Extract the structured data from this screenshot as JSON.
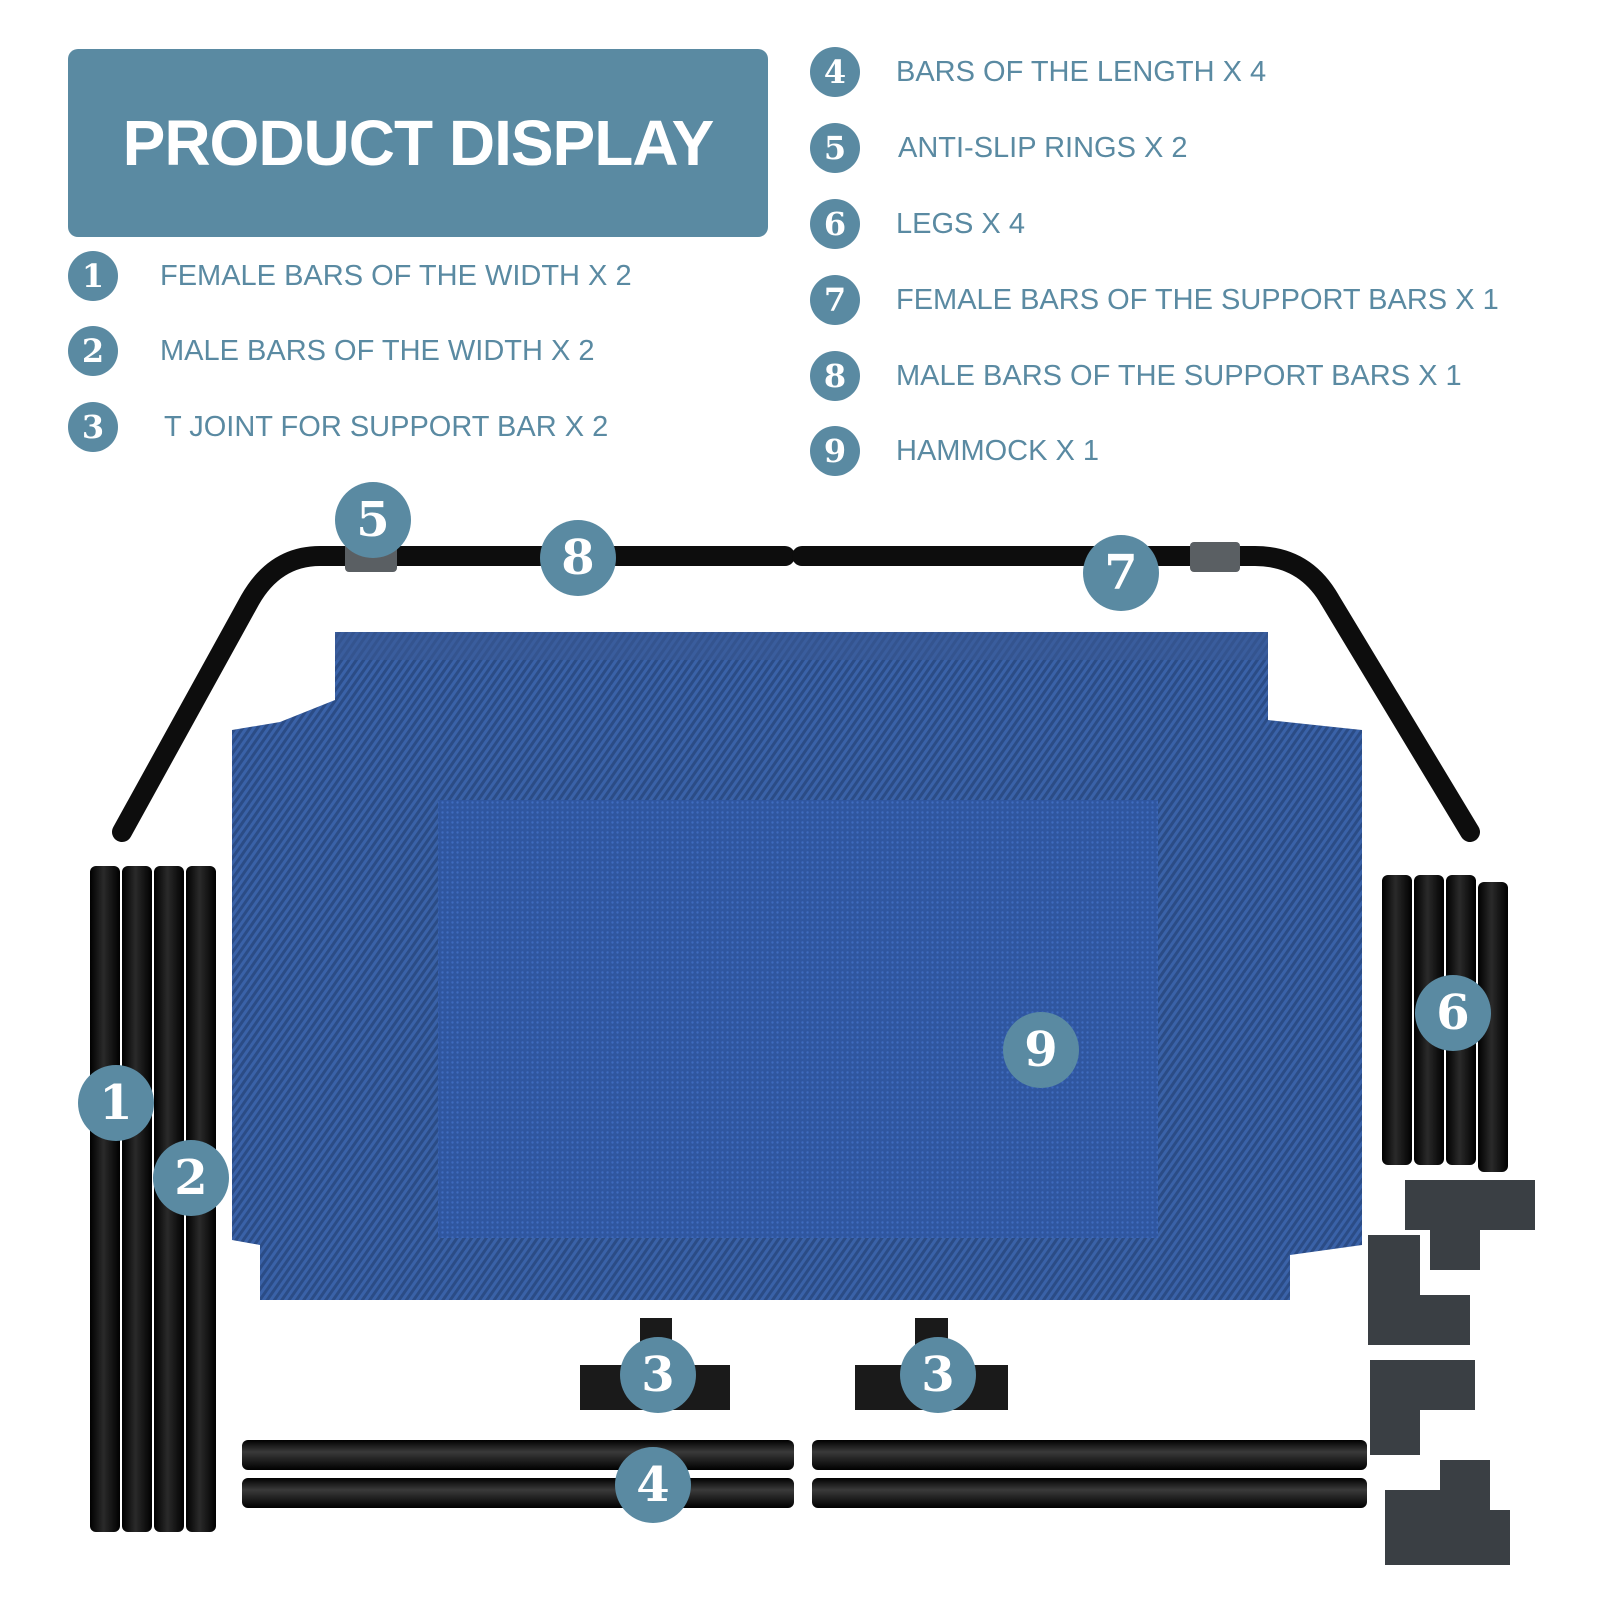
{
  "header": {
    "title": "PRODUCT DISPLAY"
  },
  "parts": [
    {
      "number": "1",
      "label": "FEMALE BARS OF THE WIDTH X 2"
    },
    {
      "number": "2",
      "label": "MALE BARS OF THE WIDTH X 2"
    },
    {
      "number": "3",
      "label": "T JOINT FOR SUPPORT BAR X 2"
    },
    {
      "number": "4",
      "label": "BARS OF THE LENGTH X 4"
    },
    {
      "number": "5",
      "label": "ANTI-SLIP RINGS X 2"
    },
    {
      "number": "6",
      "label": "LEGS X 4"
    },
    {
      "number": "7",
      "label": "FEMALE BARS OF THE SUPPORT BARS X 1"
    },
    {
      "number": "8",
      "label": "MALE BARS OF THE SUPPORT BARS X 1"
    },
    {
      "number": "9",
      "label": "HAMMOCK X 1"
    }
  ],
  "callouts": {
    "c1": "1",
    "c2": "2",
    "c3a": "3",
    "c3b": "3",
    "c4": "4",
    "c5": "5",
    "c6": "6",
    "c7": "7",
    "c8": "8",
    "c9": "9"
  },
  "colors": {
    "accent": "#5a8aa2",
    "fabric": "#2f4f8a",
    "tube": "#111111",
    "connector": "#3a3f44"
  }
}
